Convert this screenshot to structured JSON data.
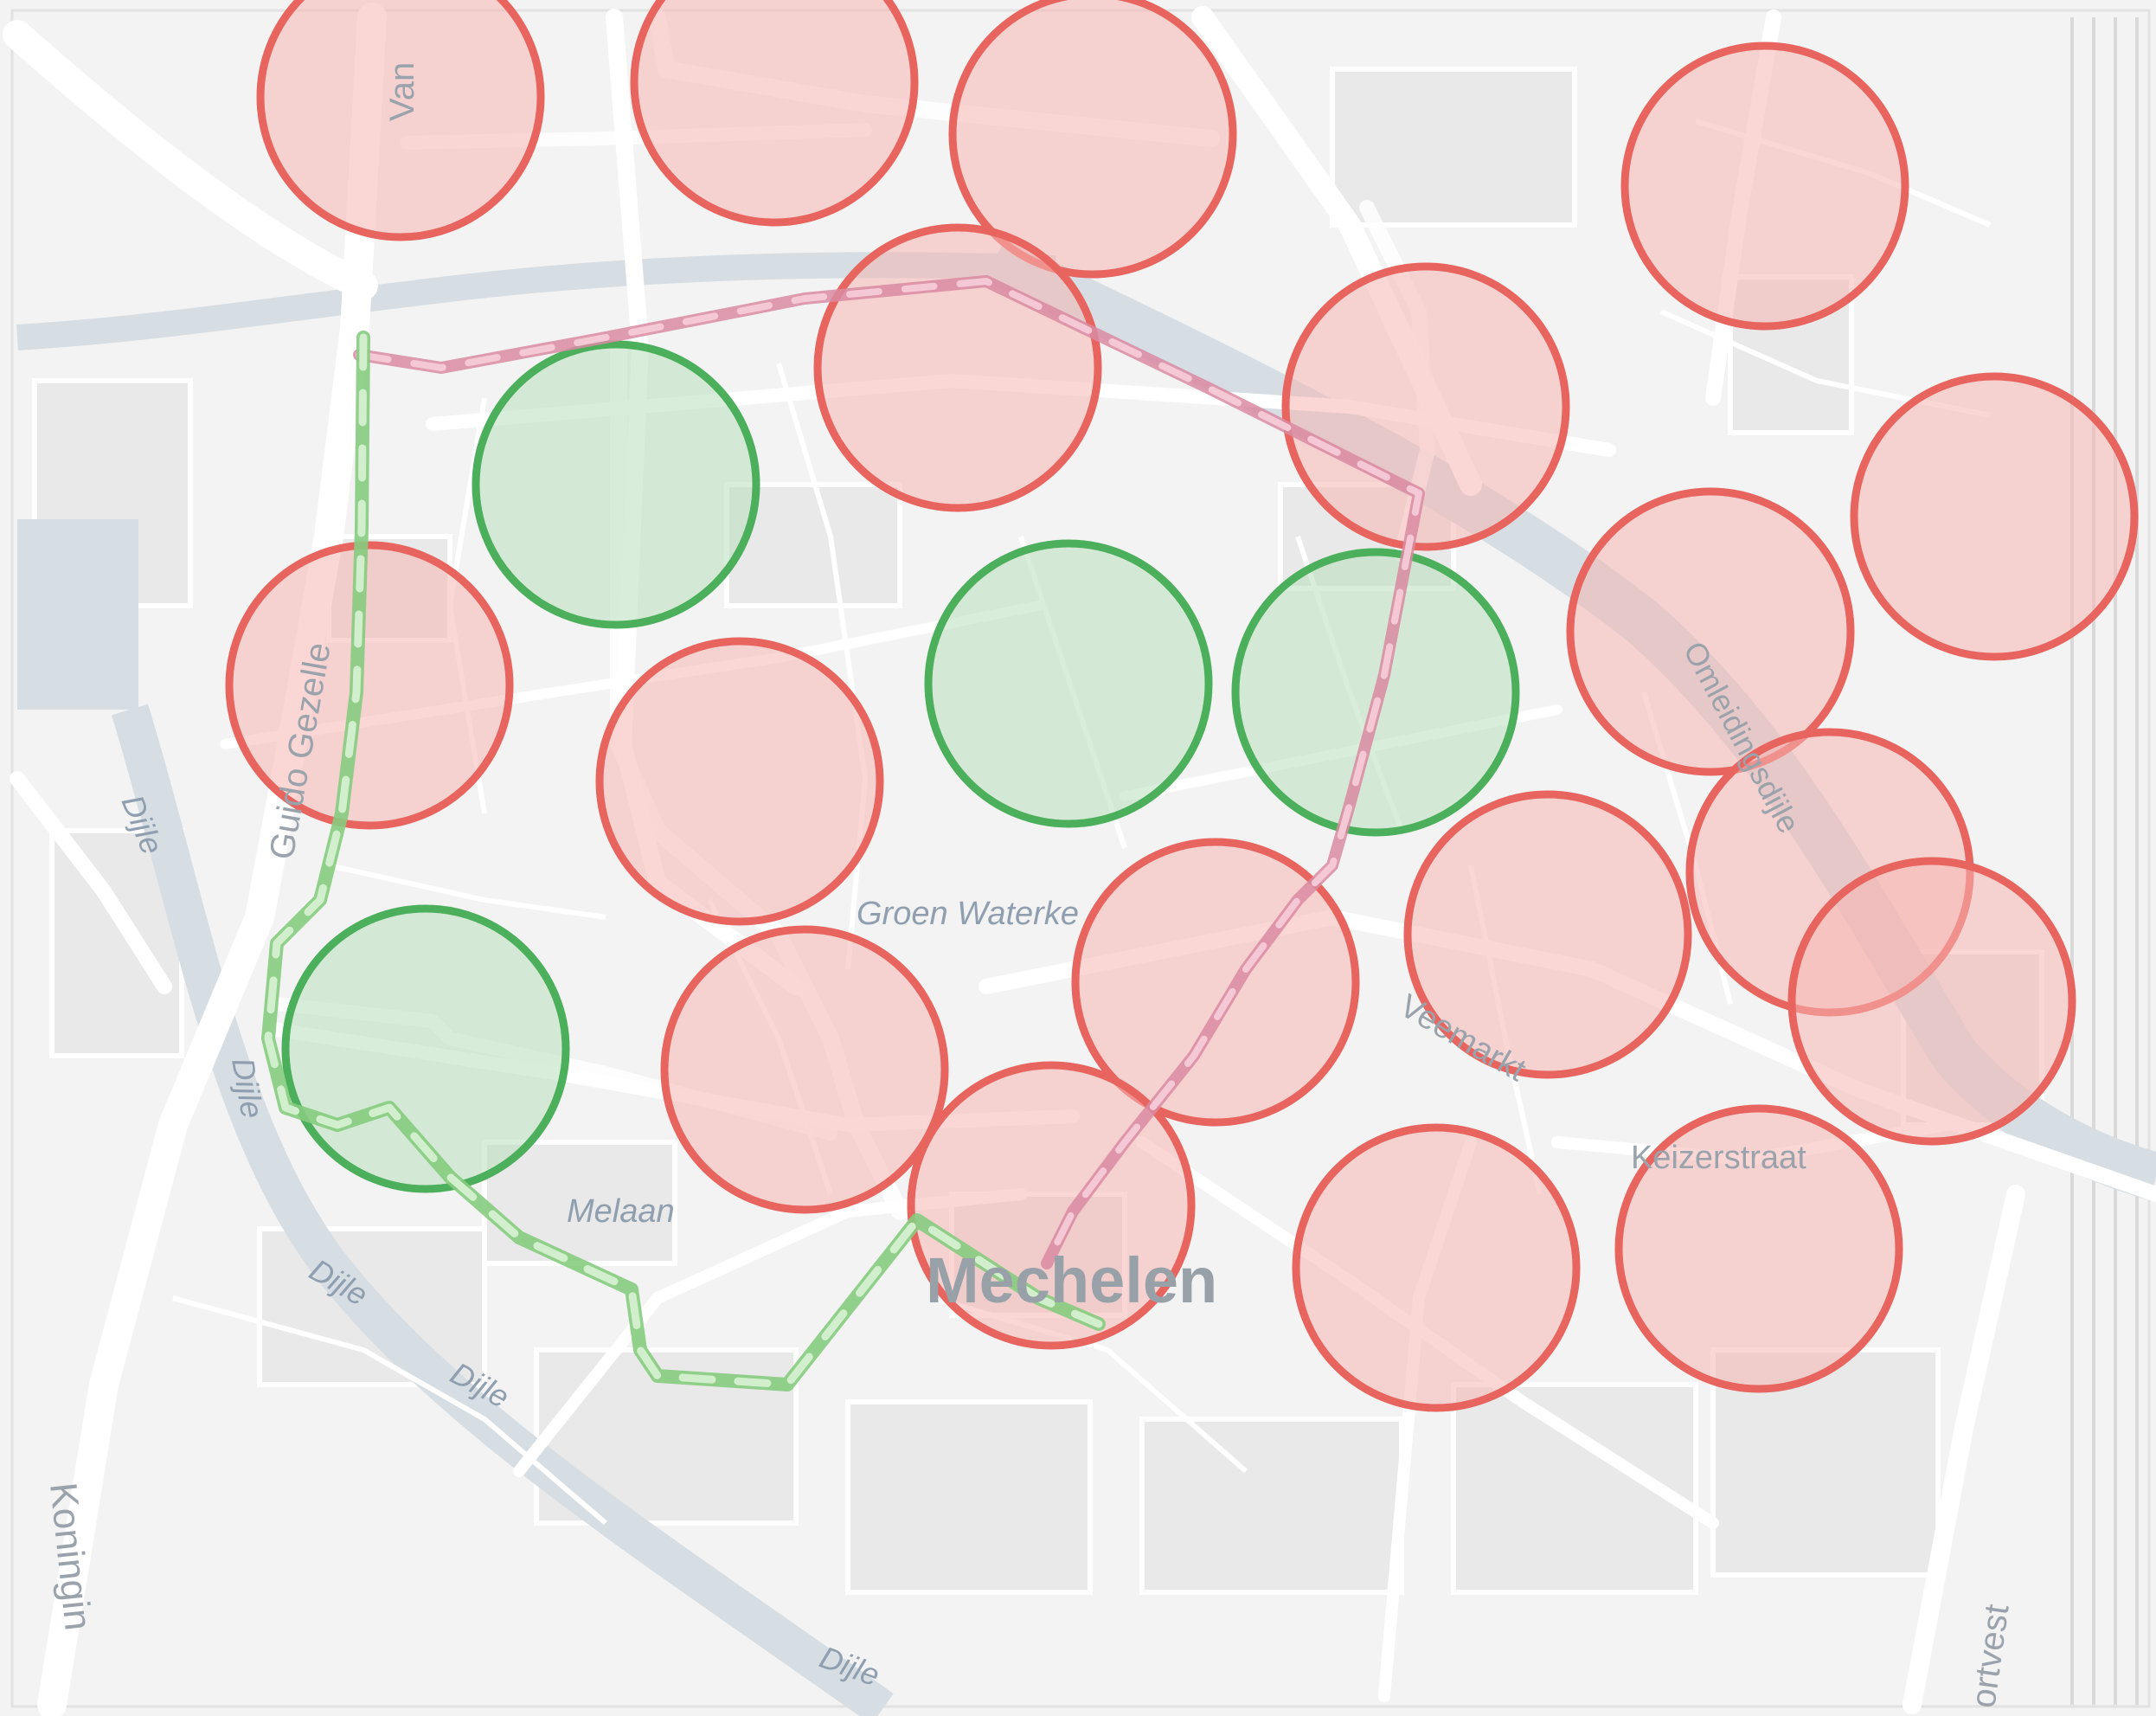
{
  "map": {
    "colors": {
      "land": "#f4f4f4",
      "block": "#e9e9e9",
      "road": "#ffffff",
      "water": "#d6dde3",
      "red_stroke": "#e8655f",
      "red_fill": "#f6b6b3",
      "green_stroke": "#4caf5b",
      "green_fill": "#b8dfbb",
      "route_pink": "#d98aa2",
      "route_green": "#86cc80"
    },
    "labels": {
      "city": "Mechelen",
      "canal": "Groen Waterke",
      "melaan": "Melaan",
      "dijle_1": "Dijle",
      "dijle_2": "Dijle",
      "dijle_3": "Dijle",
      "dijle_4": "Dijle",
      "dijle_5": "Dijle",
      "guido": "Guido Gezelle",
      "van": "Van",
      "koningin": "Koningin",
      "omleiding": "Omleidingsdijle",
      "veemarkt": "Veemarkt",
      "keizerstraat": "Keizerstraat",
      "vest": "ortvest"
    },
    "markers": [
      {
        "status": "red"
      },
      {
        "status": "red"
      },
      {
        "status": "red"
      },
      {
        "status": "red"
      },
      {
        "status": "red"
      },
      {
        "status": "red"
      },
      {
        "status": "red"
      },
      {
        "status": "red"
      },
      {
        "status": "red"
      },
      {
        "status": "red"
      },
      {
        "status": "red"
      },
      {
        "status": "red"
      },
      {
        "status": "red"
      },
      {
        "status": "red"
      },
      {
        "status": "red"
      },
      {
        "status": "red"
      },
      {
        "status": "red"
      },
      {
        "status": "red"
      },
      {
        "status": "green"
      },
      {
        "status": "green"
      },
      {
        "status": "green"
      },
      {
        "status": "green"
      }
    ]
  }
}
